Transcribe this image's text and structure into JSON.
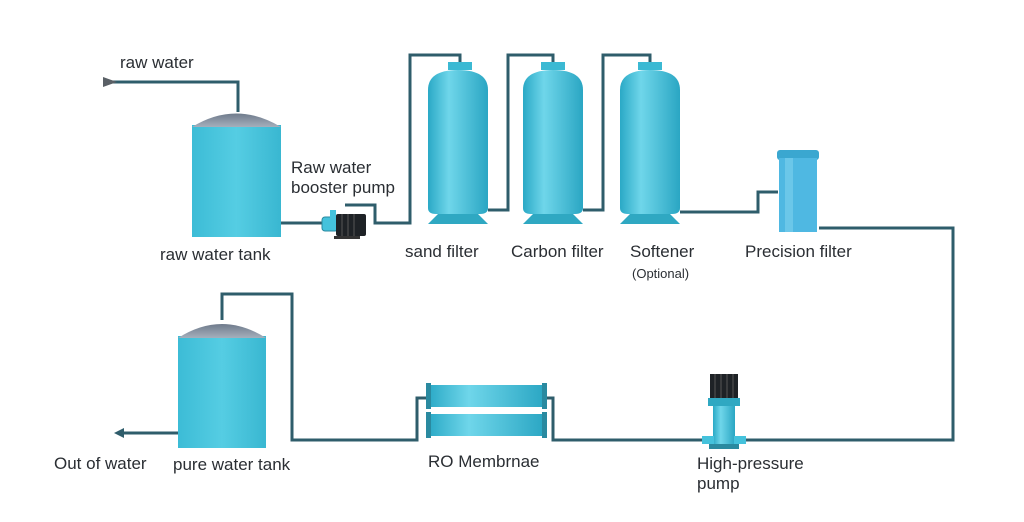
{
  "labels": {
    "raw_water": "raw water",
    "booster_pump_line1": "Raw water",
    "booster_pump_line2": "booster pump",
    "raw_water_tank": "raw water tank",
    "sand_filter": "sand filter",
    "carbon_filter": "Carbon filter",
    "softener": "Softener",
    "softener_note": "(Optional)",
    "precision_filter": "Precision filter",
    "out_of_water": "Out of water",
    "pure_water_tank": "pure water tank",
    "ro_membrane": "RO Membrnae",
    "hp_pump_line1": "High-pressure",
    "hp_pump_line2": "pump"
  },
  "colors": {
    "tank_fill": "#45c3dc",
    "tank_dome": "#8a96a6",
    "pipe": "#2f5d6b",
    "text": "#2a2e33",
    "pump_motor": "#1e2226"
  }
}
